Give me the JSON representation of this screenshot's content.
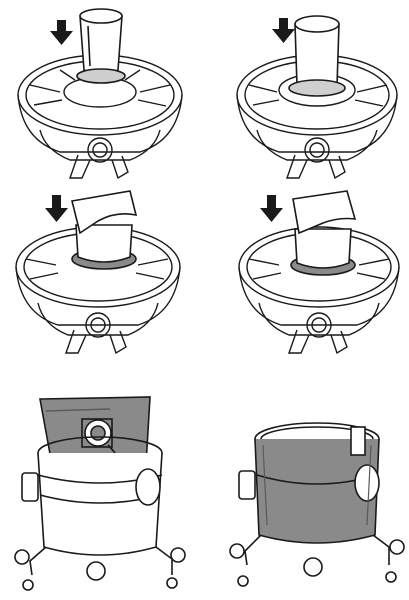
{
  "figure": {
    "panels": [
      {
        "id": "step-1",
        "depicts": [
          "down-arrow-icon",
          "filter-housing",
          "cartridge-filter"
        ],
        "arrow": true
      },
      {
        "id": "step-2",
        "depicts": [
          "down-arrow-icon",
          "filter-housing",
          "cartridge-filter-seated"
        ],
        "arrow": true
      },
      {
        "id": "step-3",
        "depicts": [
          "down-arrow-icon",
          "filter-housing",
          "cartridge-filter",
          "filter-bag-sleeve"
        ],
        "arrow": true
      },
      {
        "id": "step-4",
        "depicts": [
          "down-arrow-icon",
          "filter-housing",
          "cartridge-filter",
          "filter-bag-sleeve-fitted"
        ],
        "arrow": true
      },
      {
        "id": "step-5",
        "depicts": [
          "vacuum-drum",
          "dust-bag",
          "bag-collar"
        ],
        "arrow": false
      },
      {
        "id": "step-6",
        "depicts": [
          "vacuum-drum",
          "installed-bag-liner"
        ],
        "arrow": false
      }
    ],
    "colors": {
      "line": "#1a1a1a",
      "shade": "#8a8a8a",
      "light_shade": "#cfcfcf",
      "paper": "#ffffff"
    }
  }
}
